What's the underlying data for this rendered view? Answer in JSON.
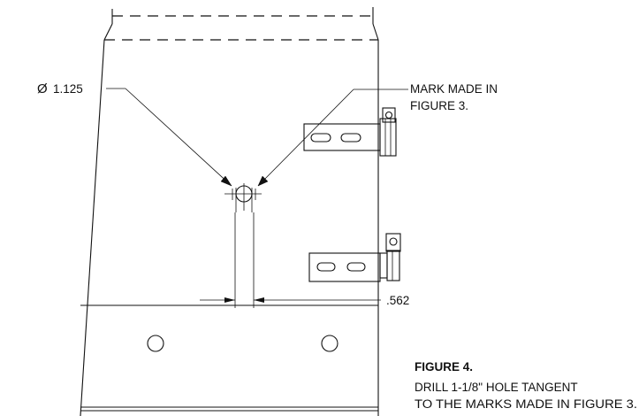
{
  "dimensions": {
    "diameter_symbol": "Ø",
    "diameter_value": "1.125",
    "offset_value": ".562"
  },
  "callout": {
    "line1": "MARK MADE IN",
    "line2": "FIGURE 3."
  },
  "caption": {
    "title": "FIGURE 4.",
    "line1": "DRILL 1-1/8\" HOLE TANGENT",
    "line2": "TO THE MARKS MADE IN FIGURE 3."
  }
}
